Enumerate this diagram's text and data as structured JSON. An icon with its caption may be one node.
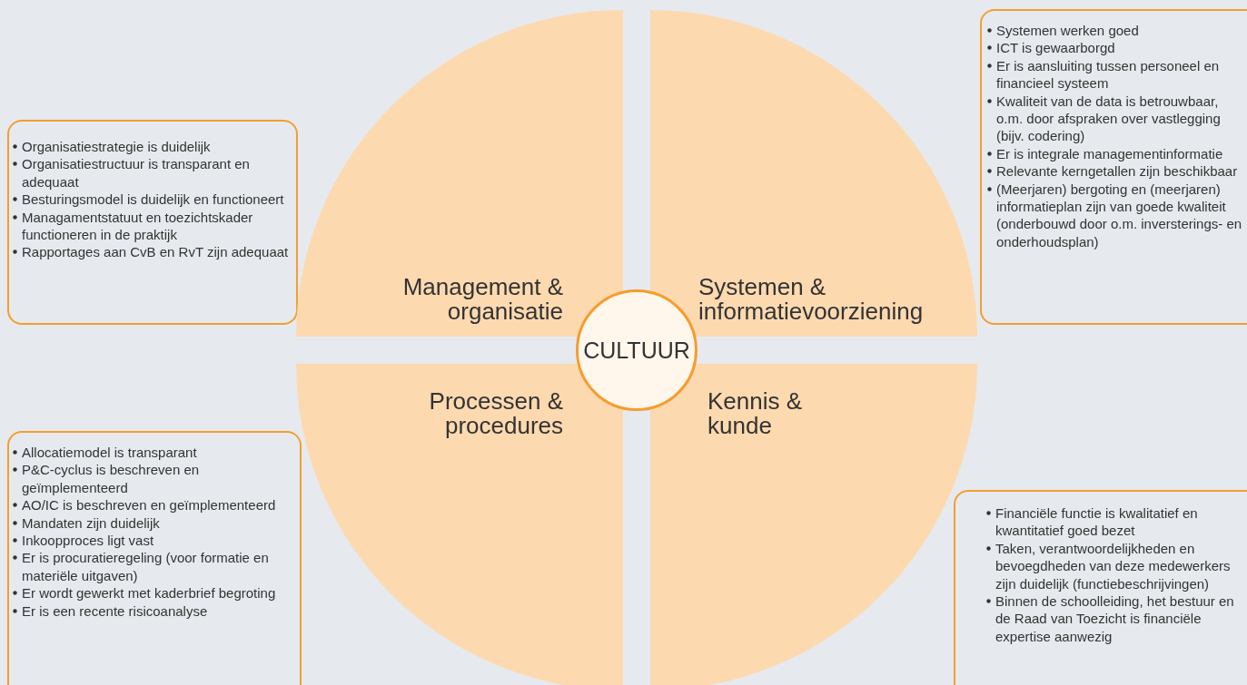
{
  "diagram": {
    "nodes": [
      {
        "text": [
          "Management & organisatie"
        ]
      },
      {
        "text": [
          "Systemen & informatievoorziening"
        ]
      },
      {
        "text": [
          "Processen & procedures"
        ]
      },
      {
        "text": [
          "Kennis & kunde"
        ]
      },
      {
        "text": [
          "CULTUUR"
        ]
      },
      {
        "text": [
          "Organisatiestrategie is duidelijk",
          "Organisatiestructuur is transparant en adequaat",
          "Besturingsmodel is duidelijk en functioneert",
          "Managamentstatuut en toezichtskader functioneren in de praktijk",
          "Rapportages aan CvB en RvT zijn adequaat"
        ]
      },
      {
        "text": [
          "Systemen werken goed",
          "ICT is gewaarborgd",
          "Er is aansluiting tussen personeel en financieel systeem",
          "Kwaliteit van de data is betrouwbaar, o.m. door afspraken over vastlegging (bijv. codering)",
          "Er is integrale managementinformatie",
          "Relevante kerngetallen zijn beschikbaar",
          "(Meerjaren) bergoting en (meerjaren) informatieplan zijn van goede kwaliteit (onderbouwd door o.m. inversterings- en onderhoudsplan)"
        ]
      },
      {
        "text": [
          "Allocatiemodel is transparant",
          "P&C-cyclus is beschreven en geïmplementeerd",
          "AO/IC is beschreven en geïmplementeerd",
          "Mandaten zijn duidelijk",
          "Inkoopproces ligt vast",
          "Er is procuratieregeling (voor formatie en materiële uitgaven)",
          "Er wordt gewerkt met kaderbrief begroting",
          "Er is een recente risicoanalyse"
        ]
      },
      {
        "text": [
          "Financiële functie is kwalitatief en kwantitatief goed bezet",
          "Taken, verantwoordelijkheden en bevoegdheden van deze medewerkers zijn duidelijk (functiebeschrijvingen)",
          "Binnen de schoolleiding, het bestuur en de Raad van Toezicht is financiële expertise aanwezig"
        ]
      }
    ],
    "edges": []
  }
}
